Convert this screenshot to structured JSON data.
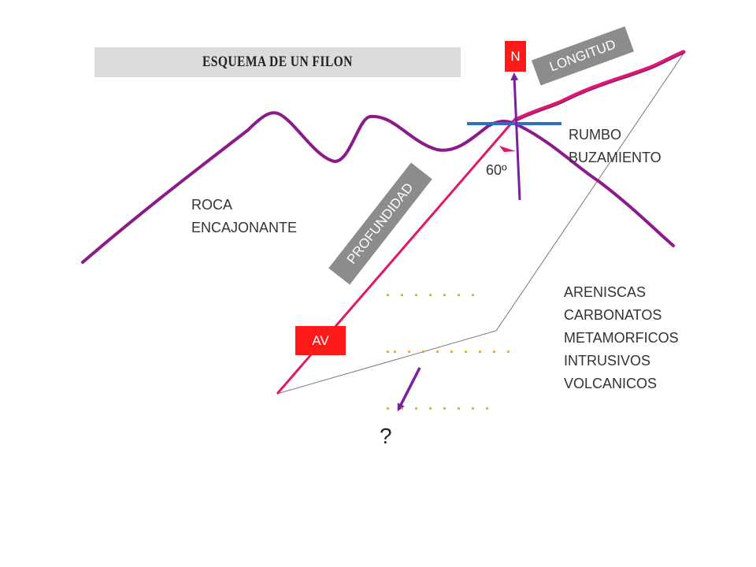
{
  "title": "ESQUEMA DE UN FILON",
  "labels": {
    "north": "N",
    "longitud": "LONGITUD",
    "rumbo": "RUMBO",
    "buzamiento": "BUZAMIENTO",
    "angle": "60º",
    "roca_line1": "ROCA",
    "roca_line2": "ENCAJONANTE",
    "profundidad": "PROFUNDIDAD",
    "av": "AV",
    "question": "?"
  },
  "rock_types": [
    "ARENISCAS",
    "CARBONATOS",
    "METAMORFICOS",
    "INTRUSIVOS",
    "VOLCANICOS"
  ],
  "dots": {
    "line1": ". . . . . . .",
    "line2": ".. . . . . . . . .",
    "line3": ". . . . . . . ."
  },
  "colors": {
    "terrain": "#8b1a8b",
    "vein": "#e0186a",
    "north_arrow": "#7a1fa2",
    "strike_line": "#2e6fc4",
    "outline": "#777777",
    "dots": "#e8a400",
    "tag_red": "#ff1a1a",
    "tag_grey": "#8c8c8c"
  }
}
